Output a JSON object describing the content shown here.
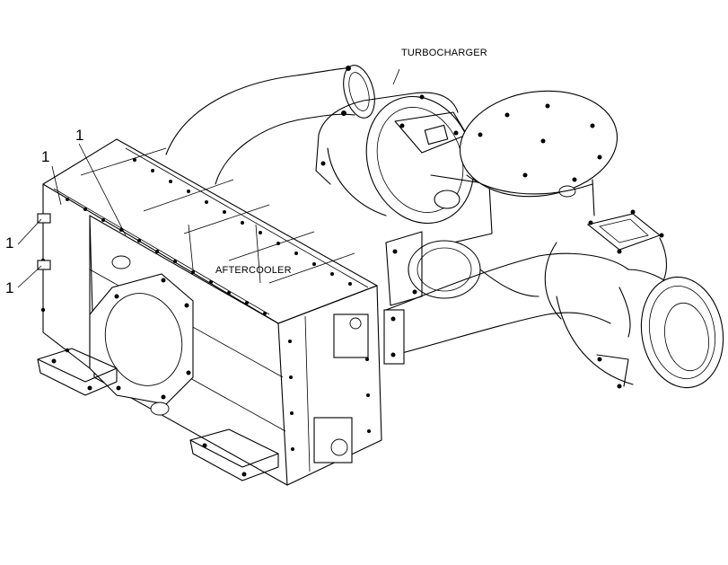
{
  "labels": {
    "turbocharger": "TURBOCHARGER",
    "aftercooler": "AFTERCOOLER",
    "callout_1a": "1",
    "callout_1b": "1",
    "callout_1c": "1",
    "callout_1d": "1"
  },
  "colors": {
    "line": "#000000",
    "background": "#ffffff"
  }
}
